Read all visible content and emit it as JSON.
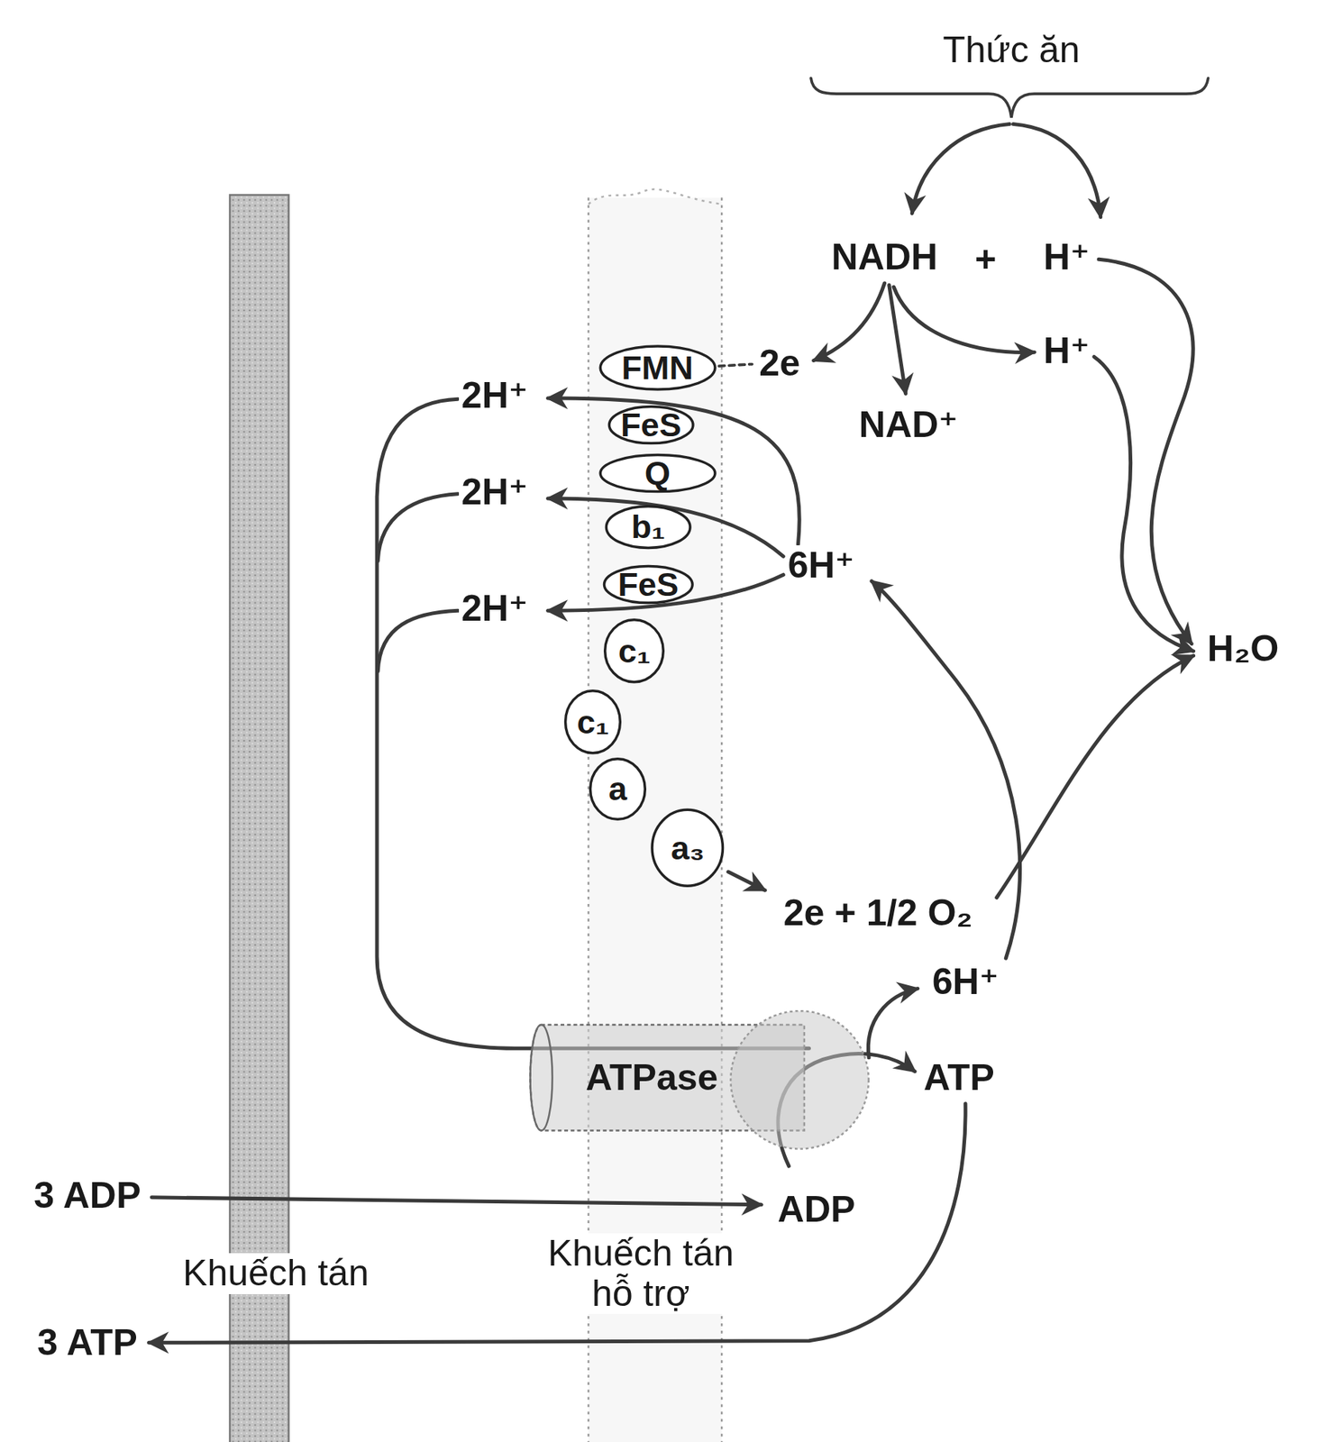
{
  "diagram": {
    "nodes": [
      {
        "text": [
          "FMN"
        ]
      },
      {
        "text": [
          "FeS"
        ]
      },
      {
        "text": [
          "Q"
        ]
      },
      {
        "text": [
          "b₁"
        ]
      },
      {
        "text": [
          "FeS"
        ]
      },
      {
        "text": [
          "c₁"
        ]
      },
      {
        "text": [
          "c₁"
        ]
      },
      {
        "text": [
          "a"
        ]
      },
      {
        "text": [
          "a₃"
        ]
      },
      {
        "text": [
          "ATPase"
        ]
      }
    ],
    "labels": [
      "Thức ăn",
      "NADH",
      "+",
      "H⁺",
      "2e",
      "H⁺",
      "NAD⁺",
      "2H⁺",
      "2H⁺",
      "6H⁺",
      "2H⁺",
      "H₂O",
      "2e + 1/2 O₂",
      "6H⁺",
      "ATP",
      "3 ADP",
      "ADP",
      "Khuếch tán",
      "Khuếch tán hỗ trợ",
      "3 ATP"
    ]
  }
}
